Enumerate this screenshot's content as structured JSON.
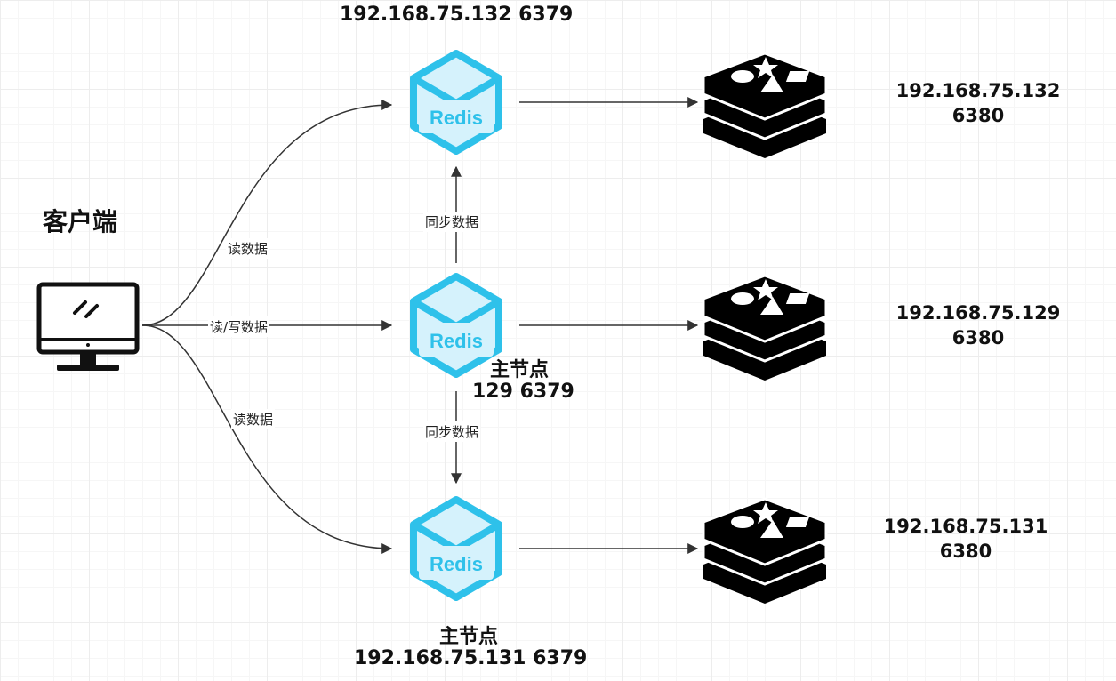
{
  "colors": {
    "redis_cyan": "#2ec1ea",
    "redis_fill": "#d5f2fc",
    "database": "#000000",
    "edge": "#333333"
  },
  "client": {
    "label": "客户端",
    "icon": "monitor-icon"
  },
  "edges": {
    "read_top": "读数据",
    "read_write": "读/写数据",
    "read_bottom": "读数据",
    "sync_up": "同步数据",
    "sync_down": "同步数据"
  },
  "nodes": {
    "top": {
      "redis_text": "Redis",
      "ip_label": "192.168.75.132 6379",
      "replica": {
        "ip": "192.168.75.132",
        "port": "6380"
      }
    },
    "middle": {
      "redis_text": "Redis",
      "role": "主节点",
      "ip_label": "129 6379",
      "replica": {
        "ip": "192.168.75.129",
        "port": "6380"
      }
    },
    "bottom": {
      "redis_text": "Redis",
      "role": "主节点",
      "ip_label": "192.168.75.131 6379",
      "replica": {
        "ip": "192.168.75.131",
        "port": "6380"
      }
    }
  }
}
